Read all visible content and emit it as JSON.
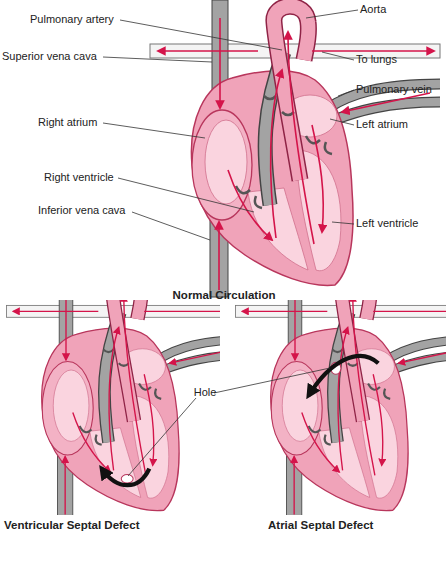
{
  "diagram": {
    "labels": [
      "Pulmonary artery",
      "Aorta",
      "To lungs",
      "Superior vena cava",
      "Pulmonary vein",
      "Left atrium",
      "Right atrium",
      "Right ventricle",
      "Left ventricle",
      "Inferior vena cava",
      "Normal Circulation",
      "Hole",
      "Ventricular Septal Defect",
      "Atrial Septal Defect"
    ]
  }
}
